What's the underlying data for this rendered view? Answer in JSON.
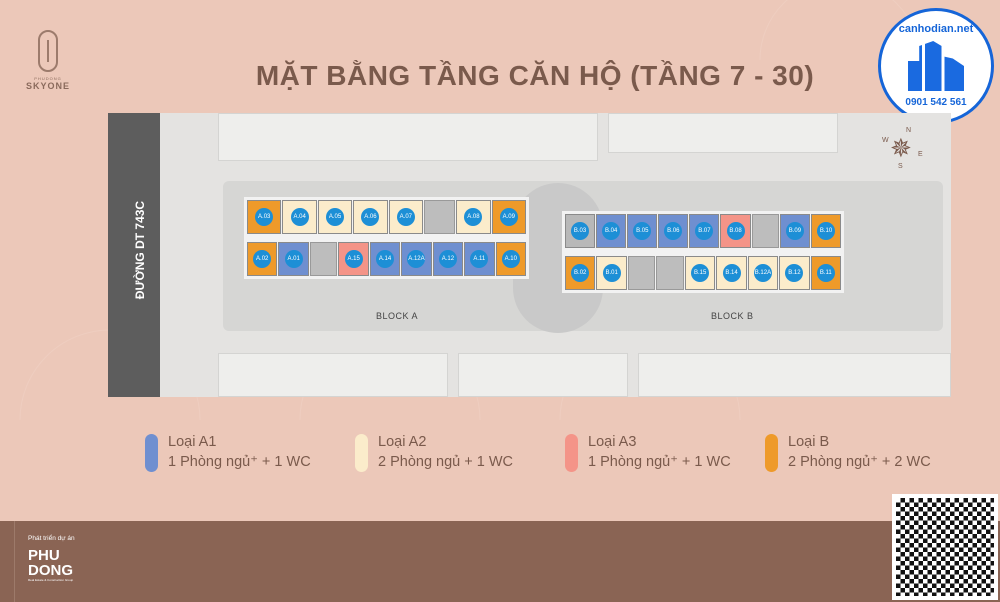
{
  "header": {
    "title": "MẶT BẰNG TẦNG CĂN HỘ (TẦNG 7 - 30)"
  },
  "logo": {
    "sub": "PHUDONG",
    "name": "SKYONE"
  },
  "badge": {
    "site": "canhodian.net",
    "phone": "0901 542 561"
  },
  "map": {
    "road_label": "ĐƯỜNG DT 743C",
    "compass": {
      "n": "N",
      "e": "E",
      "s": "S",
      "w": "W"
    },
    "block_a": {
      "label": "BLOCK A",
      "top": [
        {
          "l": "A.03",
          "t": "B"
        },
        {
          "l": "A.04",
          "t": "A2"
        },
        {
          "l": "A.05",
          "t": "A2"
        },
        {
          "l": "A.06",
          "t": "A2"
        },
        {
          "l": "A.07",
          "t": "A2"
        },
        {
          "t": "core"
        },
        {
          "l": "A.08",
          "t": "A2"
        },
        {
          "l": "A.09",
          "t": "B"
        }
      ],
      "bottom": [
        {
          "l": "A.02",
          "t": "B"
        },
        {
          "l": "A.01",
          "t": "A1"
        },
        {
          "t": "core"
        },
        {
          "l": "A.15",
          "t": "A3"
        },
        {
          "l": "A.14",
          "t": "A1"
        },
        {
          "l": "A.12A",
          "t": "A1"
        },
        {
          "l": "A.12",
          "t": "A1"
        },
        {
          "l": "A.11",
          "t": "A1"
        },
        {
          "l": "A.10",
          "t": "B"
        }
      ]
    },
    "block_b": {
      "label": "BLOCK B",
      "top": [
        {
          "l": "B.03",
          "t": "gray"
        },
        {
          "l": "B.04",
          "t": "A1"
        },
        {
          "l": "B.05",
          "t": "A1"
        },
        {
          "l": "B.06",
          "t": "A1"
        },
        {
          "l": "B.07",
          "t": "A1"
        },
        {
          "l": "B.08",
          "t": "A3"
        },
        {
          "t": "core"
        },
        {
          "l": "B.09",
          "t": "A1"
        },
        {
          "l": "B.10",
          "t": "B"
        }
      ],
      "bottom": [
        {
          "l": "B.02",
          "t": "B"
        },
        {
          "l": "B.01",
          "t": "A2"
        },
        {
          "t": "core"
        },
        {
          "t": "core"
        },
        {
          "l": "B.15",
          "t": "A2"
        },
        {
          "l": "B.14",
          "t": "A2"
        },
        {
          "l": "B.12A",
          "t": "A2"
        },
        {
          "l": "B.12",
          "t": "A2"
        },
        {
          "l": "B.11",
          "t": "B"
        }
      ]
    }
  },
  "colors": {
    "A1": "#6f8fd0",
    "A2": "#fbeccb",
    "A3": "#f49488",
    "B": "#ee9a2a",
    "gray": "#b8b8b8"
  },
  "legend": [
    {
      "name": "Loại A1",
      "desc": "1 Phòng ngủ⁺ + 1 WC",
      "color": "#6f8fd0"
    },
    {
      "name": "Loại A2",
      "desc": "2 Phòng ngủ + 1 WC",
      "color": "#fbeccb"
    },
    {
      "name": "Loại A3",
      "desc": "1 Phòng ngủ⁺  + 1 WC",
      "color": "#f49488"
    },
    {
      "name": "Loại B",
      "desc": "2 Phòng ngủ⁺ + 2 WC",
      "color": "#ee9a2a"
    }
  ],
  "footer": {
    "developer_intro": "Phát triển dự án",
    "developer_line1": "PHU",
    "developer_line2": "DONG",
    "developer_tagline": "Real Estate & Construction Group"
  }
}
